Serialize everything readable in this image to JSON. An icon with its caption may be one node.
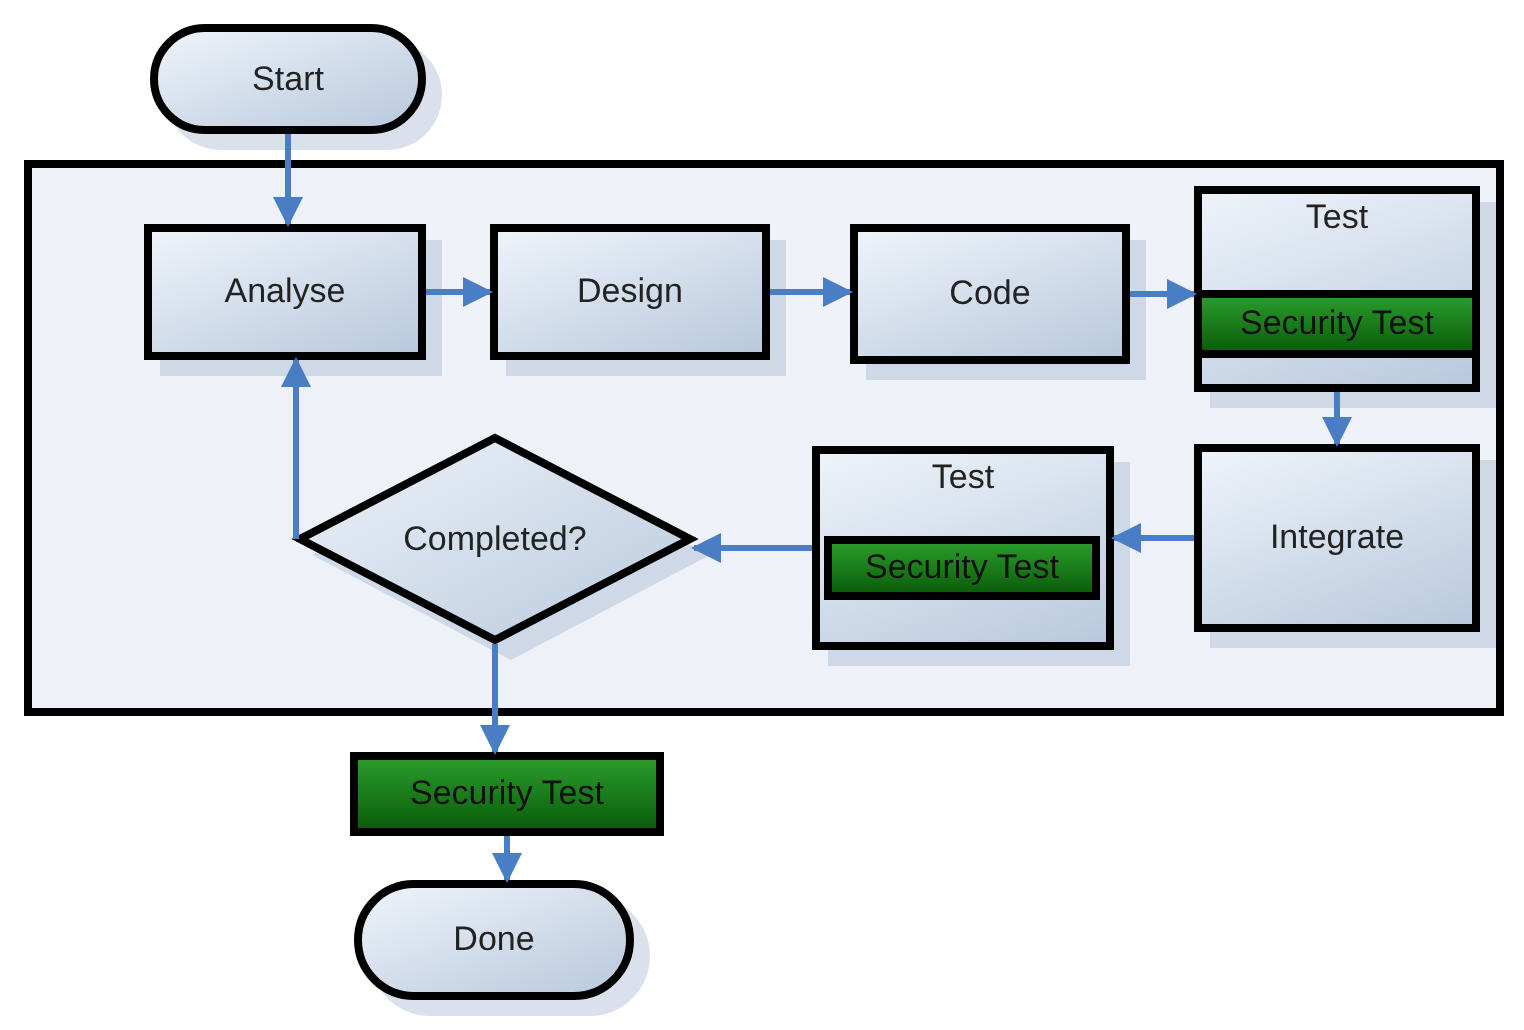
{
  "diagram": {
    "nodes": [
      {
        "text": [
          "Start"
        ]
      },
      {
        "text": [],
        "shape": "box"
      },
      {
        "text": [
          "Analyse"
        ],
        "in": 1
      },
      {
        "text": [
          "Design"
        ],
        "in": 1
      },
      {
        "text": [
          "Code"
        ],
        "in": 1
      },
      {
        "text": [
          "Test"
        ],
        "in": 1
      },
      {
        "text": [
          "Security Test"
        ],
        "in": 5
      },
      {
        "text": [
          "Integrate"
        ],
        "in": 1
      },
      {
        "text": [
          "Test"
        ],
        "in": 1
      },
      {
        "text": [
          "Security Test"
        ],
        "in": 8
      },
      {
        "text": [
          "Completed?"
        ],
        "in": 1
      },
      {
        "text": [
          "Security Test"
        ]
      },
      {
        "text": [
          "Done"
        ]
      }
    ],
    "edges": [
      {
        "from": 0,
        "to": 2,
        "arrow": "to"
      },
      {
        "from": 2,
        "to": 3,
        "arrow": "to"
      },
      {
        "from": 3,
        "to": 4,
        "arrow": "to"
      },
      {
        "from": 4,
        "to": 5,
        "arrow": "to"
      },
      {
        "from": 5,
        "to": 7,
        "arrow": "to"
      },
      {
        "from": 7,
        "to": 8,
        "arrow": "to"
      },
      {
        "from": 8,
        "to": 10,
        "arrow": "to"
      },
      {
        "from": 10,
        "to": 2,
        "arrow": "to"
      },
      {
        "from": 10,
        "to": 11,
        "arrow": "to"
      },
      {
        "from": 11,
        "to": 12,
        "arrow": "to"
      }
    ]
  }
}
